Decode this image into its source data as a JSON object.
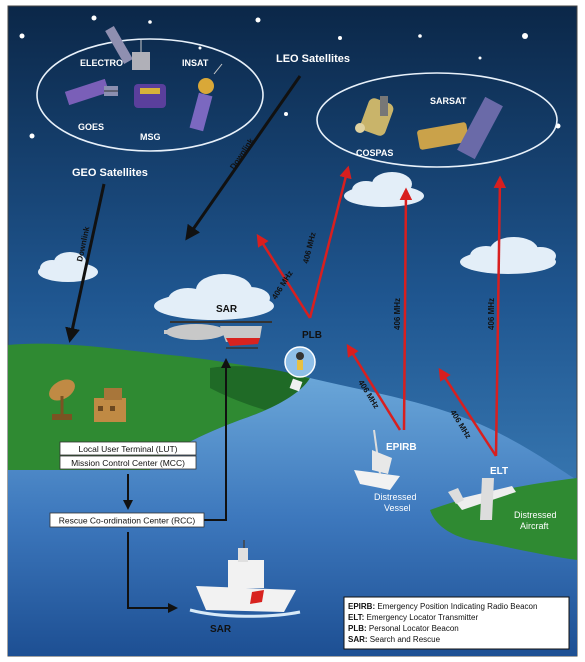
{
  "geo_group": {
    "title": "GEO Satellites",
    "sats": {
      "electro": "ELECTRO",
      "insat": "INSAT",
      "goes": "GOES",
      "msg": "MSG"
    }
  },
  "leo_group": {
    "title": "LEO Satellites",
    "sats": {
      "sarsat": "SARSAT",
      "cospas": "COSPAS"
    }
  },
  "links": {
    "downlink": "Downlink",
    "freq": "406 MHz"
  },
  "ground": {
    "lut": "Local User Terminal (LUT)",
    "mcc": "Mission Control Center (MCC)",
    "rcc": "Rescue Co-ordination Center (RCC)"
  },
  "actors": {
    "sar": "SAR",
    "plb": "PLB",
    "epirb": "EPIRB",
    "elt": "ELT",
    "vessel": [
      "Distressed",
      "Vessel"
    ],
    "aircraft": [
      "Distressed",
      "Aircraft"
    ]
  },
  "legend": [
    {
      "abbr": "EPIRB:",
      "text": " Emergency Position Indicating Radio Beacon"
    },
    {
      "abbr": "ELT:",
      "text": " Emergency Locator Transmitter"
    },
    {
      "abbr": "PLB:",
      "text": " Personal Locator Beacon"
    },
    {
      "abbr": "SAR:",
      "text": " Search and Rescue"
    }
  ],
  "colors": {
    "sky_top": "#0c2a4e",
    "sky_bottom": "#3f86c4",
    "water": "#3f7fc4",
    "land": "#2f8a32",
    "land_dark": "#1f6a26",
    "signal": "#d81f1f",
    "path": "#111111"
  }
}
